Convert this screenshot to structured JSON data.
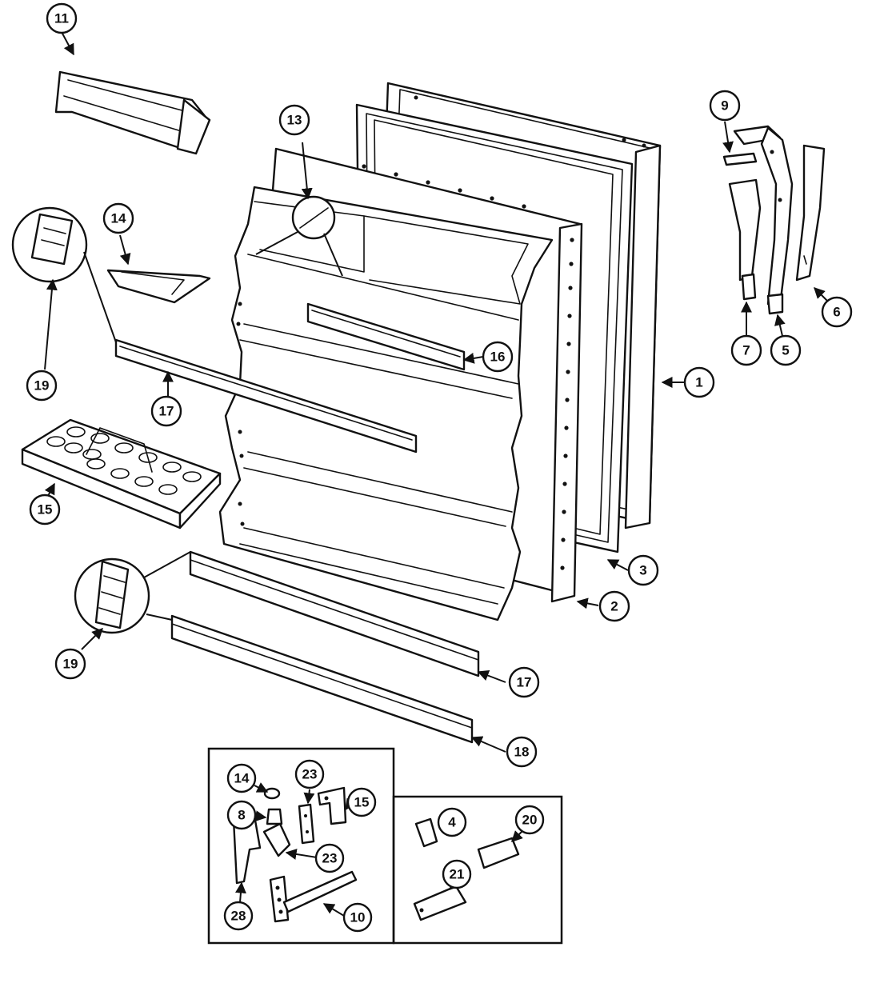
{
  "callouts": {
    "c1": "1",
    "c2": "2",
    "c3": "3",
    "c4": "4",
    "c5": "5",
    "c6": "6",
    "c7": "7",
    "c8": "8",
    "c9": "9",
    "c10": "10",
    "c11": "11",
    "c13": "13",
    "c14a": "14",
    "c14b": "14",
    "c15a": "15",
    "c15b": "15",
    "c16": "16",
    "c17a": "17",
    "c17b": "17",
    "c18": "18",
    "c19a": "19",
    "c19b": "19",
    "c20": "20",
    "c21": "21",
    "c23a": "23",
    "c23b": "23",
    "c28": "28"
  }
}
